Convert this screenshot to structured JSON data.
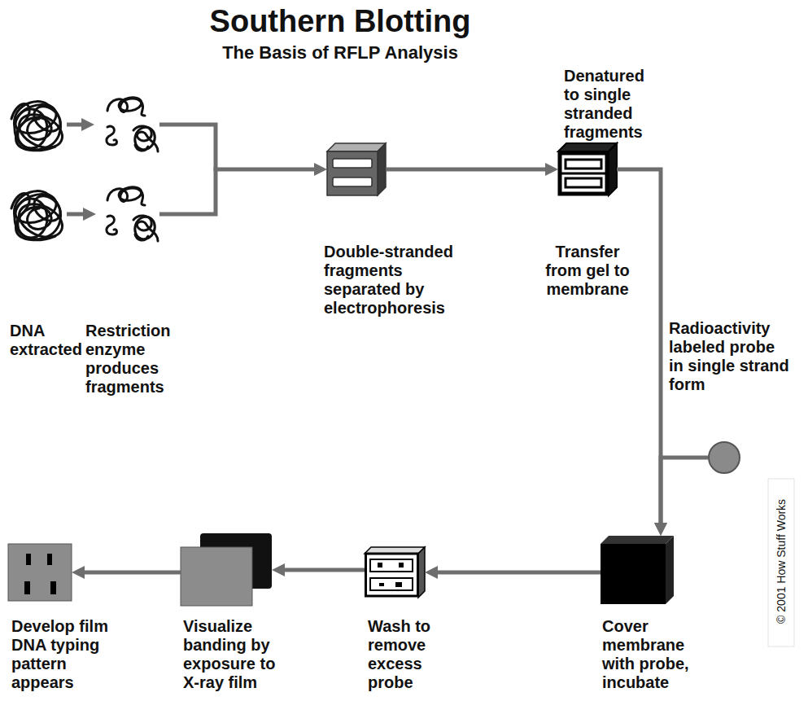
{
  "diagram": {
    "title": "Southern Blotting",
    "nodes": [
      {
        "text": [
          "DNA extracted"
        ]
      },
      {
        "text": [
          "Restriction enzyme produces fragments"
        ]
      },
      {
        "text": [
          "Double-stranded fragments separated by electrophoresis"
        ]
      },
      {
        "text": [
          "Denatured to single stranded fragments",
          "Transfer from gel to membrane"
        ]
      },
      {
        "text": [
          "Cover membrane with probe, incubate"
        ]
      },
      {
        "text": [
          "Wash to remove excess probe"
        ]
      },
      {
        "text": [
          "Visualize banding by exposure to X-ray film"
        ]
      },
      {
        "text": [
          "Develop film DNA typing pattern appears"
        ]
      },
      {
        "text": [
          "Radioactivity labeled probe in single strand form"
        ]
      }
    ],
    "edges": [
      {
        "from": 0,
        "to": 1,
        "arrow": "to"
      },
      {
        "from": 1,
        "to": 2,
        "arrow": "to"
      },
      {
        "from": 2,
        "to": 3,
        "arrow": "to"
      },
      {
        "from": 3,
        "to": 4,
        "arrow": "to"
      },
      {
        "from": 8,
        "to": 4,
        "arrow": "to"
      },
      {
        "from": 4,
        "to": 5,
        "arrow": "to"
      },
      {
        "from": 5,
        "to": 6,
        "arrow": "to"
      },
      {
        "from": 6,
        "to": 7,
        "arrow": "to"
      }
    ],
    "labels": [
      "The Basis of RFLP Analysis",
      "© 2001 How Stuff Works"
    ]
  }
}
